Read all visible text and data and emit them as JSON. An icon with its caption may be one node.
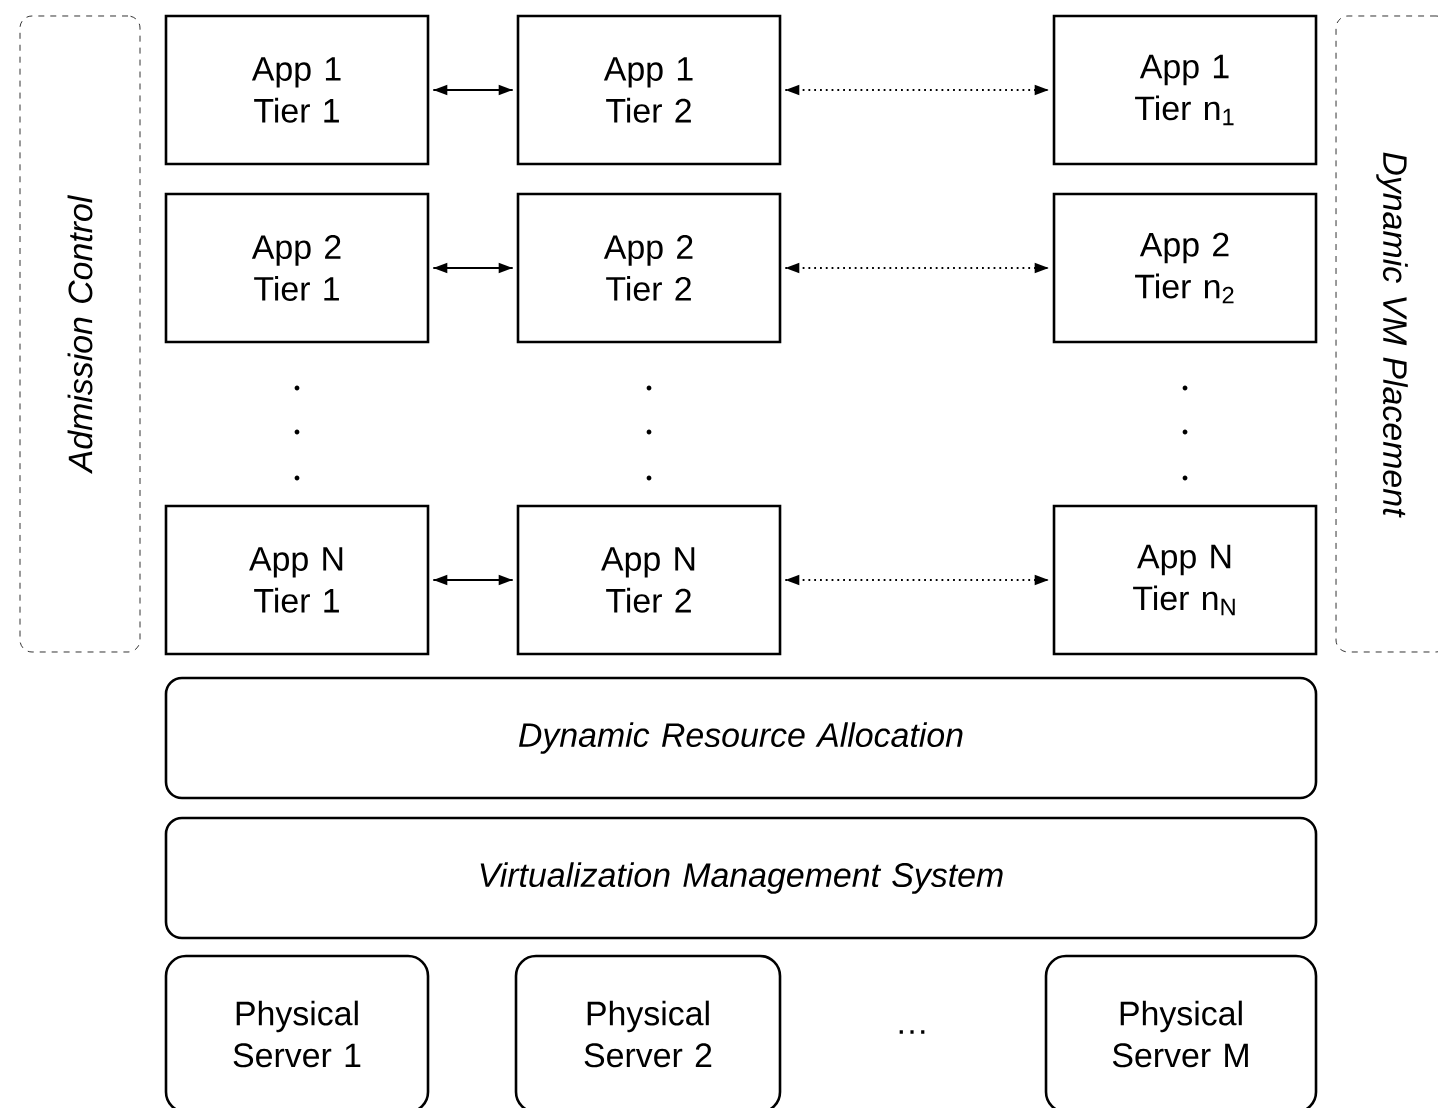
{
  "diagram": {
    "nodes": [
      {
        "text": [
          "Admission Control"
        ]
      },
      {
        "text": [
          "App 1 Tier 1"
        ]
      },
      {
        "text": [
          "App 1 Tier 2"
        ]
      },
      {
        "text": [
          "App 1 Tier n$_{1}$"
        ]
      },
      {
        "text": [
          "App 2 Tier 1"
        ]
      },
      {
        "text": [
          "App 2 Tier 2"
        ]
      },
      {
        "text": [
          "App 2 Tier n$_{2}$"
        ]
      },
      {
        "text": [
          "App N Tier 1"
        ]
      },
      {
        "text": [
          "App N Tier 2"
        ]
      },
      {
        "text": [
          "App N Tier n$_{N}$"
        ]
      },
      {
        "text": [
          "Dynamic VM Placement"
        ]
      },
      {
        "text": [
          "Dynamic Resource Allocation"
        ]
      },
      {
        "text": [
          "Virtualization Management System"
        ]
      },
      {
        "text": [
          "Physical Server 1"
        ]
      },
      {
        "text": [
          "Physical Server 2"
        ]
      },
      {
        "text": [
          "Physical Server M"
        ]
      }
    ],
    "edges": [
      {
        "from": 1,
        "to": 2,
        "arrow": "both"
      },
      {
        "from": 2,
        "to": 3,
        "arrow": "both",
        "style": "dashed"
      },
      {
        "from": 4,
        "to": 5,
        "arrow": "both"
      },
      {
        "from": 5,
        "to": 6,
        "arrow": "both",
        "style": "dashed"
      },
      {
        "from": 7,
        "to": 8,
        "arrow": "both"
      },
      {
        "from": 8,
        "to": 9,
        "arrow": "both",
        "style": "dashed"
      }
    ],
    "labels": [
      "…"
    ]
  }
}
